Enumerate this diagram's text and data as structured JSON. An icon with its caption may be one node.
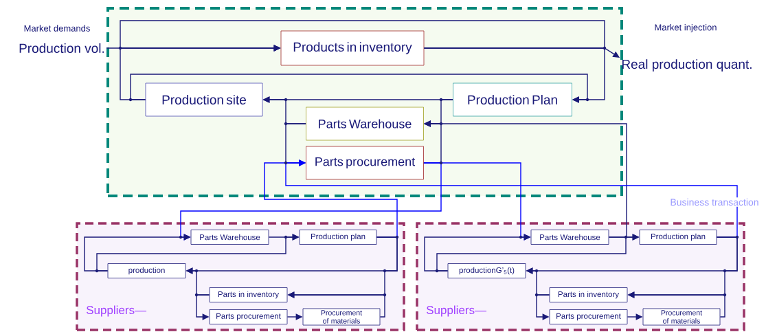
{
  "diagram": {
    "nodes": [
      {
        "text": [],
        "shape": "box"
      },
      {
        "text": [
          "Production vol."
        ],
        "beside": [
          "Market demands"
        ]
      },
      {
        "text": [
          "Products in inventory"
        ],
        "in": 0
      },
      {
        "text": [
          "Real production quant."
        ],
        "beside": [
          "Market injection"
        ]
      },
      {
        "text": [
          "Production site"
        ],
        "in": 0
      },
      {
        "text": [
          "Production Plan"
        ],
        "in": 0
      },
      {
        "text": [
          "Parts Warehouse"
        ],
        "in": 0
      },
      {
        "text": [
          "Parts procurement"
        ],
        "in": 0
      },
      {
        "text": [
          "Suppliers—"
        ]
      },
      {
        "text": [
          "Parts Warehouse"
        ],
        "in": 8
      },
      {
        "text": [
          "Production plan"
        ],
        "in": 8
      },
      {
        "text": [
          "production"
        ],
        "in": 8
      },
      {
        "text": [
          "Parts in inventory"
        ],
        "in": 8
      },
      {
        "text": [
          "Parts procurement"
        ],
        "in": 8
      },
      {
        "text": [
          "Procurement of materials"
        ],
        "in": 8
      },
      {
        "text": [
          "Suppliers—"
        ]
      },
      {
        "text": [
          "Parts Warehouse"
        ],
        "in": 15
      },
      {
        "text": [
          "Production plan"
        ],
        "in": 15
      },
      {
        "text": [
          "productionG’$_{5}$(t)"
        ],
        "in": 15
      },
      {
        "text": [
          "Parts in inventory"
        ],
        "in": 15
      },
      {
        "text": [
          "Parts procurement"
        ],
        "in": 15
      },
      {
        "text": [
          "Procurement of materials"
        ],
        "in": 15
      }
    ],
    "edges": [
      {
        "from": 1,
        "to": 2,
        "arrow": "to"
      },
      {
        "from": 2,
        "to": 2,
        "arrow": "to"
      },
      {
        "from": 2,
        "to": 3,
        "arrow": "to"
      },
      {
        "from": 2,
        "to": 5,
        "arrow": "to"
      },
      {
        "from": 4,
        "to": 2,
        "arrow": "to"
      },
      {
        "from": 4,
        "to": 5,
        "arrow": "to"
      },
      {
        "from": 5,
        "to": 4,
        "arrow": "to"
      },
      {
        "from": 5,
        "to": 6,
        "arrow": "to"
      },
      {
        "from": 6,
        "to": 4,
        "arrow": "to"
      },
      {
        "from": 6,
        "to": 7,
        "arrow": "to"
      },
      {
        "from": 7,
        "to": 6,
        "arrow": "to"
      },
      {
        "from": 16,
        "to": 6,
        "arrow": "to"
      },
      {
        "from": 10,
        "to": 7,
        "arrow": "to",
        "color": "#0000ff"
      },
      {
        "from": 17,
        "to": 7,
        "arrow": "to",
        "color": "#0000ff"
      },
      {
        "from": 7,
        "to": 9,
        "arrow": "to",
        "color": "#0000ff"
      },
      {
        "from": 7,
        "to": 16,
        "arrow": "to",
        "color": "#0000ff"
      },
      {
        "from": 11,
        "to": 9,
        "arrow": "to"
      },
      {
        "from": 9,
        "to": 10,
        "arrow": "to"
      },
      {
        "from": 11,
        "to": 10,
        "arrow": "to"
      },
      {
        "from": 10,
        "to": 11,
        "arrow": "to"
      },
      {
        "from": 10,
        "to": 12,
        "arrow": "to"
      },
      {
        "from": 14,
        "to": 12,
        "arrow": "to"
      },
      {
        "from": 12,
        "to": 11,
        "arrow": "to"
      },
      {
        "from": 12,
        "to": 13,
        "arrow": "to"
      },
      {
        "from": 13,
        "to": 14,
        "arrow": "to"
      },
      {
        "from": 18,
        "to": 16,
        "arrow": "to"
      },
      {
        "from": 16,
        "to": 17,
        "arrow": "to"
      },
      {
        "from": 18,
        "to": 17,
        "arrow": "to"
      },
      {
        "from": 17,
        "to": 18,
        "arrow": "to"
      },
      {
        "from": 17,
        "to": 19,
        "arrow": "to"
      },
      {
        "from": 21,
        "to": 19,
        "arrow": "to"
      },
      {
        "from": 19,
        "to": 18,
        "arrow": "to"
      },
      {
        "from": 19,
        "to": 20,
        "arrow": "to"
      },
      {
        "from": 20,
        "to": 21,
        "arrow": "to"
      }
    ],
    "labels": [
      "Business transaction"
    ]
  }
}
